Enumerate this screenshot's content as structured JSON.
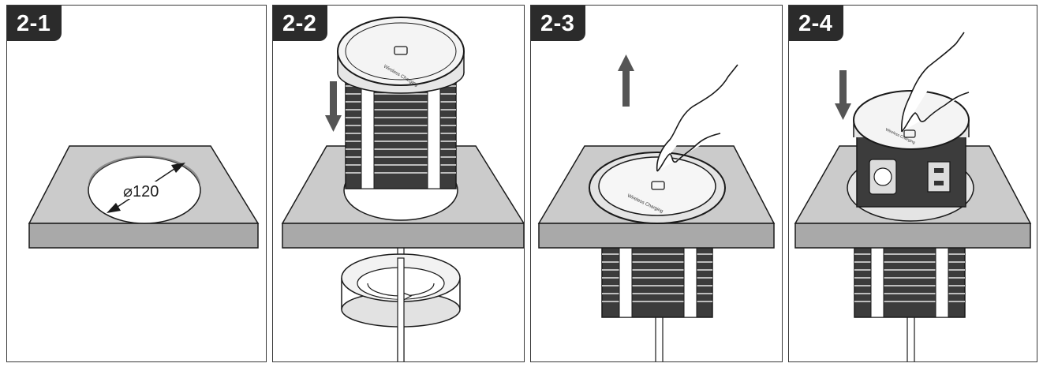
{
  "steps": [
    {
      "label": "2-1"
    },
    {
      "label": "2-2"
    },
    {
      "label": "2-3"
    },
    {
      "label": "2-4"
    }
  ],
  "annotations": {
    "hole_diameter": "⌀120",
    "product_text": "Wireless Charging"
  },
  "colors": {
    "badge": "#2b2b2b",
    "countertop_top": "#cbcbcb",
    "countertop_edge": "#a9a9a9",
    "arrow": "#555555",
    "outline": "#1a1a1a"
  }
}
